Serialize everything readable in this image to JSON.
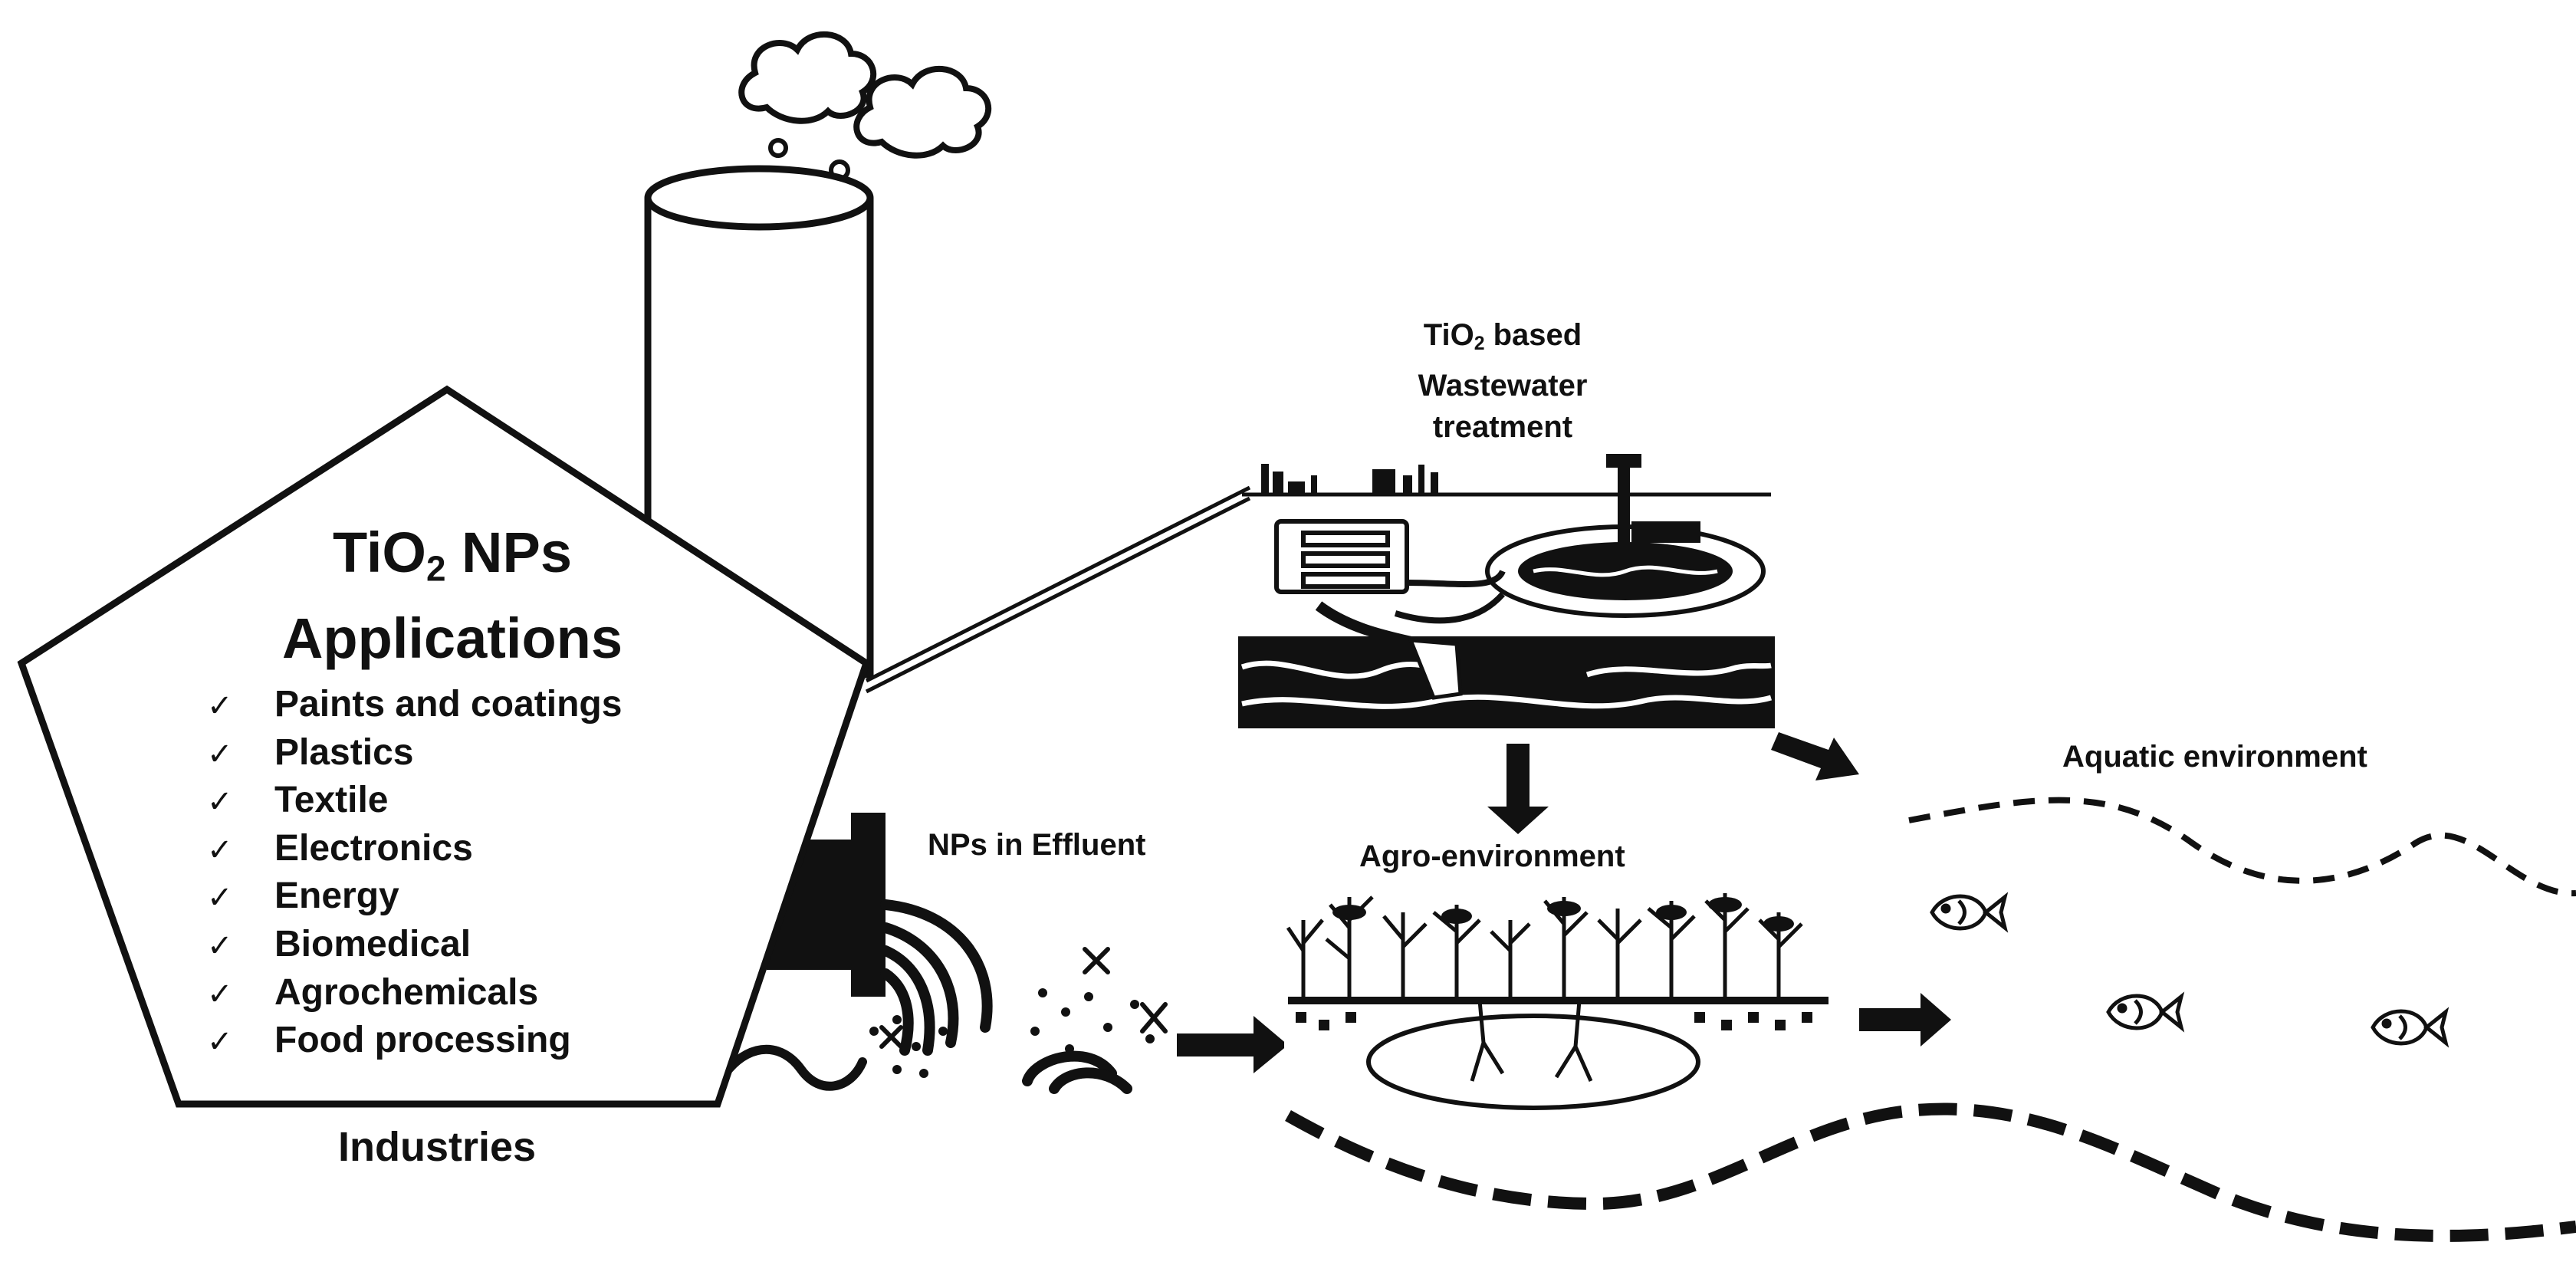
{
  "applications": {
    "title_main": "TiO",
    "title_sub": "2",
    "title_rest": " NPs",
    "title_line2": "Applications",
    "check_glyph": "✓",
    "items": [
      "Paints and coatings",
      "Plastics",
      "Textile",
      "Electronics",
      "Energy",
      "Biomedical",
      "Agrochemicals",
      "Food processing"
    ]
  },
  "labels": {
    "industries": "Industries",
    "effluent": "NPs in Effluent",
    "wastewater_line1_main": "TiO",
    "wastewater_line1_sub": "2",
    "wastewater_line1_rest": " based",
    "wastewater_line2": "Wastewater",
    "wastewater_line3": "treatment",
    "agro": "Agro-environment",
    "aquatic": "Aquatic environment"
  },
  "icons": [
    "smoke-cloud-icon",
    "chimney-icon",
    "pipe-icon",
    "treatment-plant-icon",
    "crops-icon",
    "fish-icon",
    "arrow-icon"
  ],
  "colors": {
    "ink": "#111111",
    "background": "#ffffff"
  }
}
